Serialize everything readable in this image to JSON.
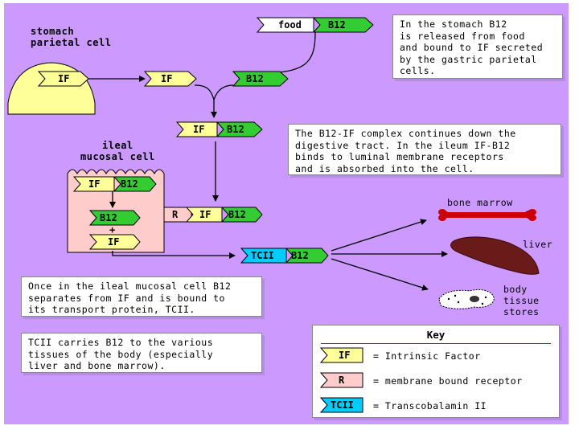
{
  "colors": {
    "background": "#cc99ff",
    "IF": "#ffff99",
    "B12": "#33cc33",
    "TCII": "#00ccff",
    "receptor": "#ffcccc",
    "cell": "#ffcccc",
    "parietal_cell": "#ffff99",
    "bone": "#cc0000",
    "liver": "#6b1a1a"
  },
  "labels": {
    "parietal_cell": "stomach\nparietal cell",
    "ileal_cell": "ileal\nmucosal cell",
    "bone_marrow": "bone marrow",
    "liver": "liver",
    "tissue": "body\ntissue\nstores"
  },
  "tags": {
    "food": "food",
    "b12": "B12",
    "if": "IF",
    "r": "R",
    "tcii": "TCII",
    "plus": "+"
  },
  "notes": {
    "stomach": "In the stomach B12\nis released from food\nand bound to IF secreted\nby the gastric parietal\ncells.",
    "ileum": "The B12-IF complex continues down the\ndigestive tract.  In the ileum IF-B12\nbinds to luminal membrane receptors\nand is absorbed into the cell.",
    "separate": "Once in the ileal mucosal cell B12\nseparates from IF and is bound to\nits transport protein, TCII.",
    "carries": "TCII carries B12 to the various\ntissues of the body (especially\nliver and bone marrow)."
  },
  "key": {
    "title": "Key",
    "items": [
      {
        "tag": "IF",
        "text": "= Intrinsic Factor"
      },
      {
        "tag": "R",
        "text": "= membrane bound receptor"
      },
      {
        "tag": "TCII",
        "text": "= Transcobalamin II"
      }
    ]
  }
}
